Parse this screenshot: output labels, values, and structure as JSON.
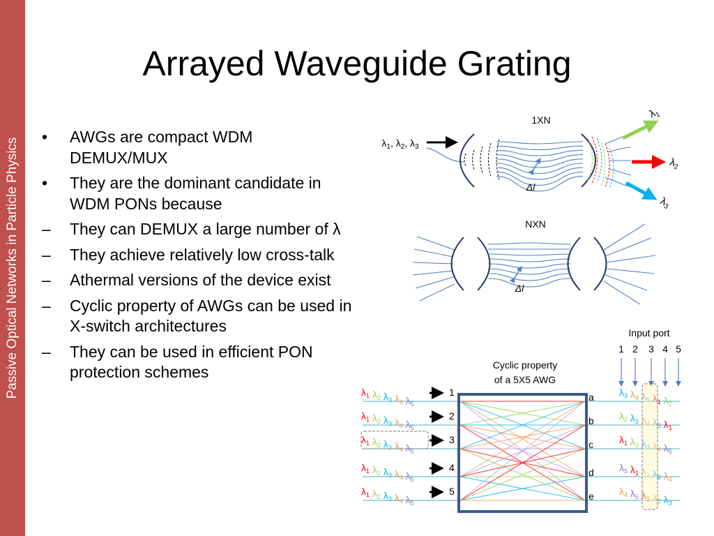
{
  "sidebar_label": "Passive Optical Networks in Particle Physics",
  "title": "Arrayed Waveguide Grating",
  "bullets": [
    {
      "marker": "•",
      "text": "AWGs are compact WDM DEMUX/MUX"
    },
    {
      "marker": "•",
      "text": "They are the dominant candidate in WDM PONs because"
    },
    {
      "marker": "–",
      "text": "They can DEMUX a large number of λ"
    },
    {
      "marker": "–",
      "text": "They achieve relatively low cross-talk"
    },
    {
      "marker": "–",
      "text": "Athermal versions of the device exist"
    },
    {
      "marker": "–",
      "text": "Cyclic property of AWGs can be used in X-switch architectures"
    },
    {
      "marker": "–",
      "text": "They can be used in efficient PON protection schemes"
    }
  ],
  "diagram_1xn": {
    "label": "1XN",
    "input_label": "λ1, λ2, λ3",
    "delta_label": "Δl",
    "outputs": [
      {
        "label": "λ1",
        "color": "#92d050"
      },
      {
        "label": "λ2",
        "color": "#ff0000"
      },
      {
        "label": "λ3",
        "color": "#00b0f0"
      }
    ]
  },
  "diagram_nxn": {
    "label": "NXN",
    "delta_label": "Δl"
  },
  "cyclic": {
    "caption_line1": "Cyclic property",
    "caption_line2": "of a 5X5 AWG",
    "input_port_label": "Input port",
    "input_port_numbers": [
      "1",
      "2",
      "3",
      "4",
      "5"
    ],
    "input_rows": [
      "1",
      "2",
      "3",
      "4",
      "5"
    ],
    "output_rows": [
      "a",
      "b",
      "c",
      "d",
      "e"
    ],
    "wavelength_colors": {
      "1": "#ff0000",
      "2": "#92d050",
      "3": "#00b0f0",
      "4": "#f79646",
      "5": "#8c7ab8"
    },
    "input_sequence": [
      "1",
      "2",
      "3",
      "4",
      "5"
    ],
    "output_sequences": [
      [
        "3",
        "4",
        "5",
        "1",
        "2"
      ],
      [
        "2",
        "3",
        "4",
        "5",
        "1"
      ],
      [
        "1",
        "2",
        "3",
        "4",
        "5"
      ],
      [
        "5",
        "1",
        "2",
        "3",
        "4"
      ],
      [
        "4",
        "5",
        "1",
        "2",
        "3"
      ]
    ]
  }
}
